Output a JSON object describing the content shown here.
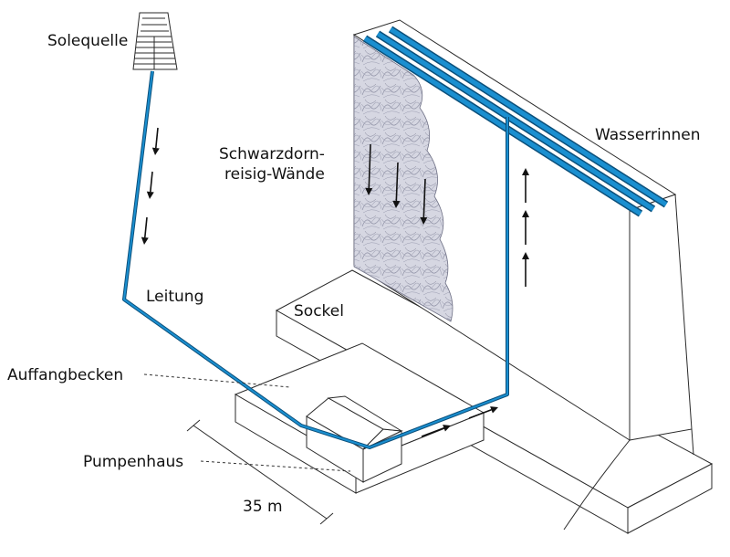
{
  "labels": {
    "source": "Solequelle",
    "walls_line1": "Schwarzdorn-",
    "walls_line2": "reisig-Wände",
    "gutters": "Wasserrinnen",
    "pipe": "Leitung",
    "base": "Sockel",
    "basin": "Auffangbecken",
    "pump_house": "Pumpenhaus",
    "scale": "35 m"
  },
  "colors": {
    "water": "#1a8fd0",
    "water_dark": "#0b4f7a",
    "brush": "#cfd0dc",
    "line": "#2a2a2a"
  },
  "arrows": {
    "pipe_down": 3,
    "brush_down": 3,
    "riser_up": 3,
    "to_riser": 2
  }
}
